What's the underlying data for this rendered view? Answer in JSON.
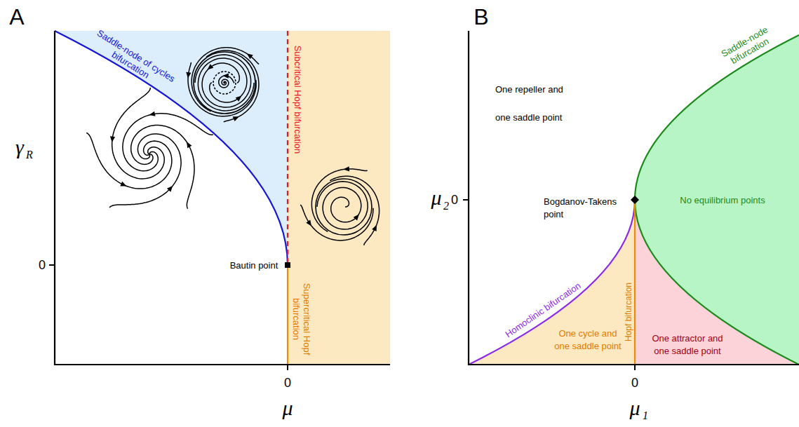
{
  "diagram": {
    "labels": [
      "A",
      "Saddle-node of cycles bifurcation",
      "Subcritical Hopf bifurcation",
      "Bautin point",
      "Supercritical Hopf bifurcation",
      "0",
      "0",
      "μ",
      "γ",
      "R",
      "B",
      "Saddle-node bifurcation",
      "One repeller and one saddle point",
      "Bogdanov-Takens point",
      "No equilibrium points",
      "Homoclinic bifurcation",
      "One cycle and one saddle point",
      "Hopf bifurcation",
      "One attractor and one saddle point",
      "0",
      "0",
      "μ",
      "1",
      "μ",
      "2"
    ]
  }
}
